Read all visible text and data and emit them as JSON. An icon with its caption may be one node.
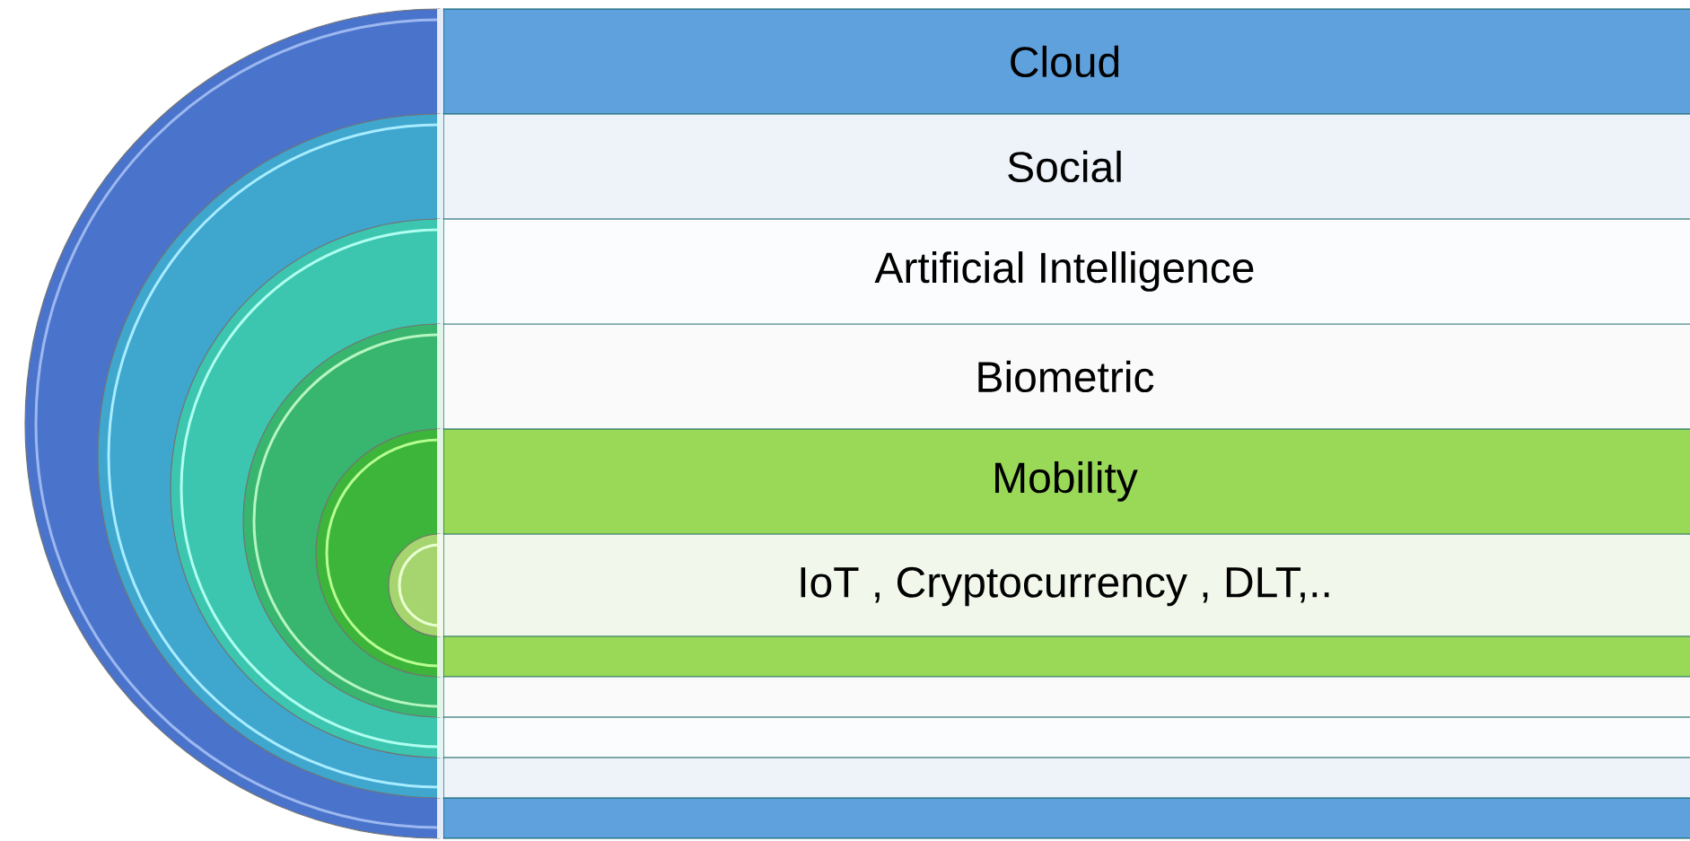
{
  "diagram": {
    "nodes": [
      {
        "text": [
          "Cloud"
        ]
      },
      {
        "text": [
          "Social"
        ],
        "in": 0
      },
      {
        "text": [
          "Artificial Intelligence"
        ],
        "in": 1
      },
      {
        "text": [
          "Biometric"
        ],
        "in": 2
      },
      {
        "text": [
          "Mobility"
        ],
        "in": 3
      },
      {
        "text": [
          "IoT , Cryptocurrency , DLT,.."
        ],
        "in": 4
      }
    ]
  }
}
